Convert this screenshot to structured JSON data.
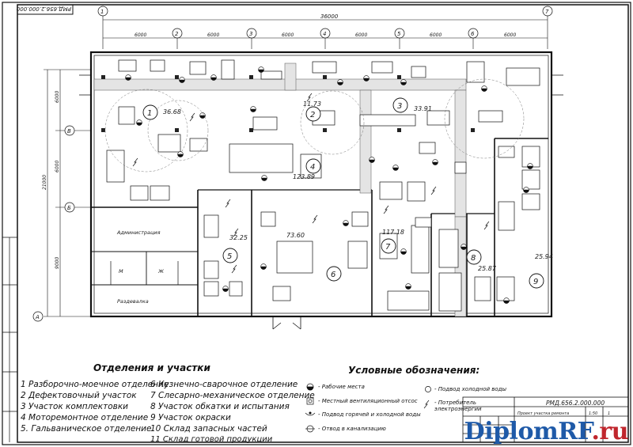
{
  "drawing": {
    "doc_code_top": "РМД.656.2.000.000",
    "doc_code_stamp": "РМД.656.2.000.000",
    "stamp_title": "Проект участка ремонта",
    "stamp_sheet": "1",
    "stamp_scale": "1:50",
    "dimensions": {
      "total_length": "36000",
      "bay": "6000",
      "total_width": "21000",
      "span_a": "6000",
      "span_b": "6000",
      "span_c": "9000"
    },
    "axes_letters": [
      "В",
      "Б",
      "А"
    ],
    "axes_numbers": [
      "1",
      "2",
      "3",
      "4",
      "5",
      "6",
      "7"
    ],
    "room_areas": {
      "r1": "36.68",
      "r2": "11.73",
      "r3": "33.91",
      "r4": "123.89",
      "r5": "32.25",
      "r6": "73.60",
      "r7": "117.18",
      "r8": "25.87",
      "r9": "25.94"
    },
    "room_numbers": [
      "1",
      "2",
      "3",
      "4",
      "5",
      "6",
      "7",
      "8",
      "9"
    ],
    "labels": {
      "admin": "Администрация",
      "locker": "Раздевалка",
      "wc_m": "М",
      "wc_f": "Ж"
    }
  },
  "departments": {
    "heading": "Отделения и участки",
    "col1": [
      "1 Разборочно-моечное отделение",
      "2 Дефектовочный участок",
      "3 Участок комплектовки",
      "4 Моторемонтное отделение",
      "5. Гальваническое отделение."
    ],
    "col2": [
      "6 Кузнечно-сварочное отделение",
      "7 Слесарно-механическое отделение",
      "8 Участок обкатки и испытания",
      "9 Участок окраски",
      "10 Склад запасных частей",
      "11 Склад готовой продукции"
    ]
  },
  "legend": {
    "heading": "Условные обозначения:",
    "items": [
      "- Рабочие места",
      "- Местный вентиляционный отсос",
      "- Подвод горячей и холодной воды",
      "- Отвод в канализацию",
      "- Подвод холодной воды",
      "- Потребитель электроэнергии"
    ]
  },
  "watermark": {
    "main": "DiplomRF",
    "dot": ".ru"
  }
}
